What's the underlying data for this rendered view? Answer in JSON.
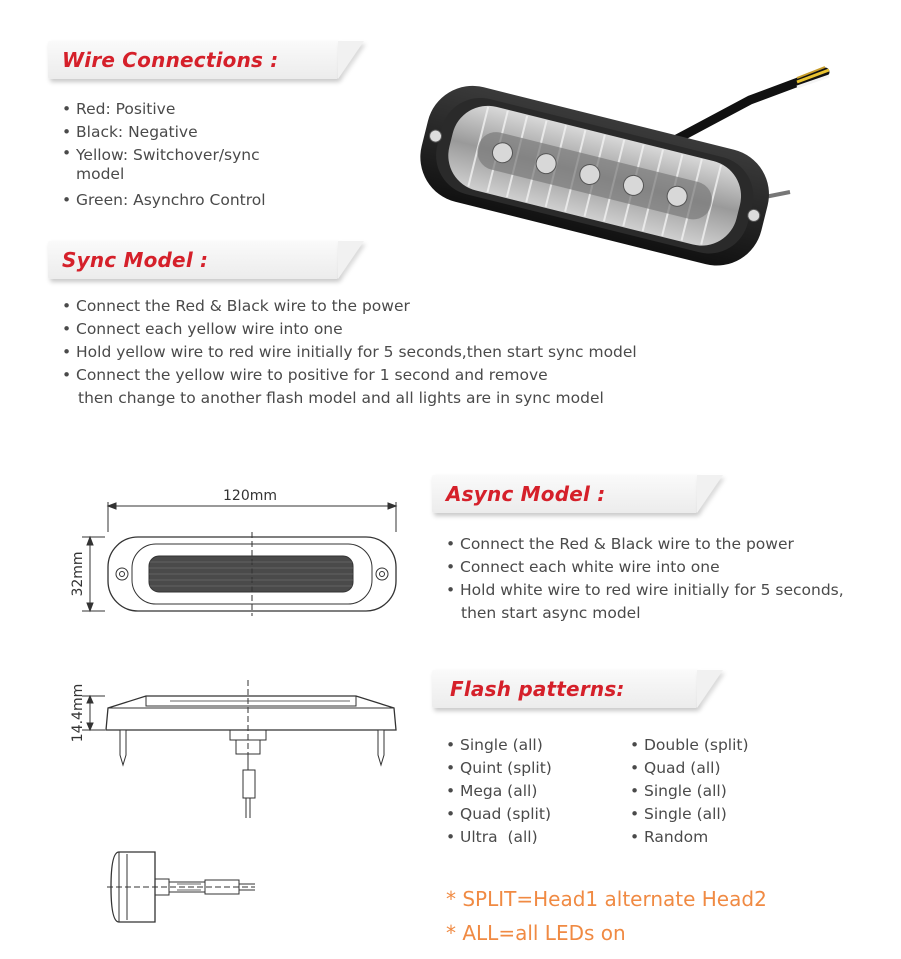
{
  "colors": {
    "heading": "#d5202a",
    "body_text": "#4a4a4a",
    "note_text": "#f08a43"
  },
  "wire_connections": {
    "heading": "Wire Connections :",
    "items": [
      "Red: Positive",
      "Black: Negative",
      "Yellow: Switchover/sync",
      "model",
      "Green: Asynchro Control"
    ]
  },
  "sync_model": {
    "heading": "Sync Model :",
    "items": [
      "Connect the Red & Black wire to the power",
      "Connect each yellow wire into one",
      "Hold yellow wire to red wire initially for 5 seconds,then start sync model",
      "Connect the yellow wire to positive for 1 second and remove",
      "then change to another flash model and all lights are in sync model"
    ]
  },
  "dimensions": {
    "width_label": "120mm",
    "height_label": "32mm",
    "depth_label": "14.4mm"
  },
  "async_model": {
    "heading": "Async Model :",
    "items": [
      "Connect the Red & Black wire to the power",
      "Connect each white wire into one",
      "Hold white wire to red wire initially for 5 seconds,",
      "then start async model"
    ]
  },
  "flash_patterns": {
    "heading": "Flash patterns:",
    "left": [
      "Single (all)",
      "Quint (split)",
      "Mega (all)",
      "Quad (split)",
      "Ultra  (all)"
    ],
    "right": [
      "Double (split)",
      "Quad (all)",
      "Single (all)",
      "Single (all)",
      "Random"
    ]
  },
  "notes": [
    "* SPLIT=Head1 alternate Head2",
    "* ALL=all LEDs on"
  ]
}
